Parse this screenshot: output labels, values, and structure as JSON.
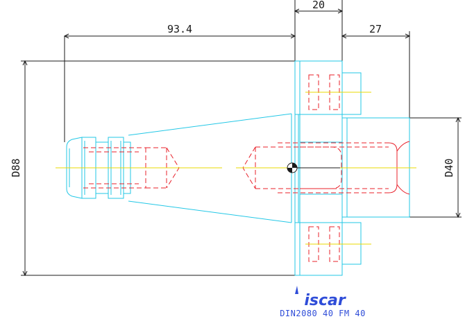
{
  "dimensions": {
    "overall_length": "93.4",
    "flange_width": "20",
    "rear_length": "27",
    "flange_diameter": "D88",
    "shank_diameter": "D40"
  },
  "caption": {
    "logo": "iscar",
    "designation": "DIN2080 40 FM 40"
  },
  "colors": {
    "body_outline": "#22c7e6",
    "hidden_lines": "#e8202a",
    "center_lines": "#e8d800",
    "dimension_lines": "#1a1a1a",
    "brand": "#2f4dd8"
  }
}
